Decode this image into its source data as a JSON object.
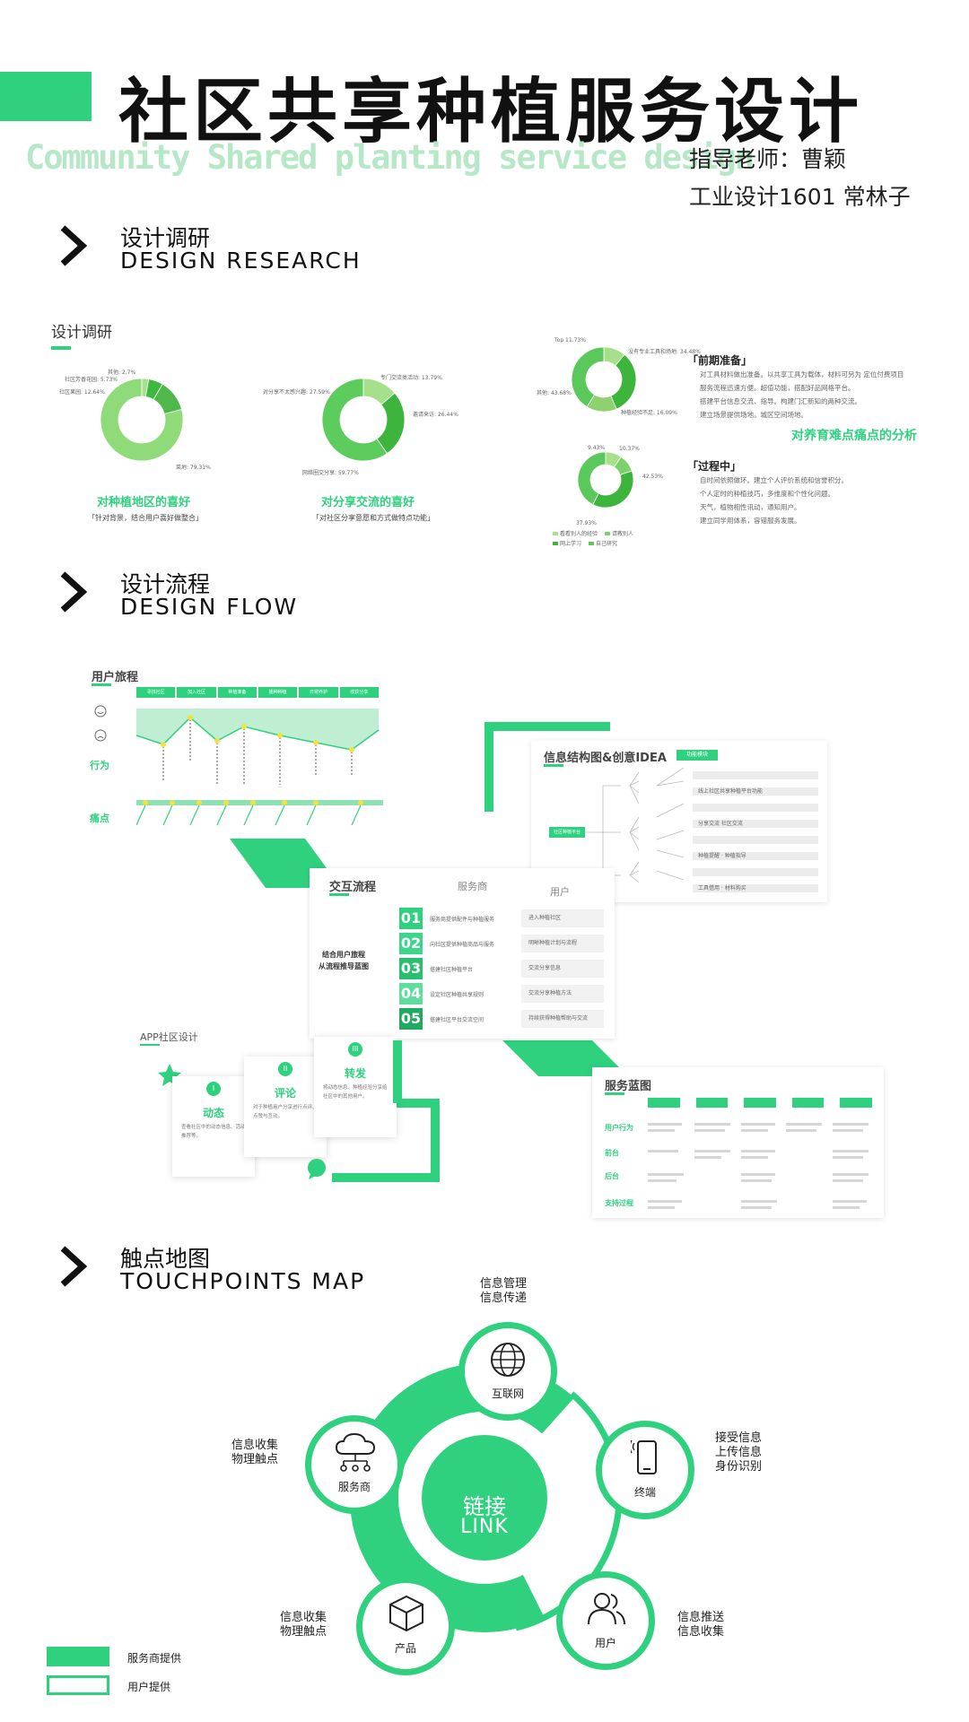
{
  "header": {
    "title": "社区共享种植服务设计",
    "subtitle": "Community Shared planting service design",
    "advisor": "指导老师：曹颖",
    "student": "工业设计1601 常林子",
    "accent": "#2fd17f"
  },
  "sections": [
    {
      "zh": "设计调研",
      "en": "DESIGN RESEARCH"
    },
    {
      "zh": "设计流程",
      "en": "DESIGN FLOW"
    },
    {
      "zh": "触点地图",
      "en": "TOUCHPOINTS MAP"
    }
  ],
  "research": {
    "panel_title": "设计调研",
    "chart_data": [
      {
        "type": "pie",
        "labels": [
          "其他: 2.7%",
          "社区芳香花园: 5.73%",
          "社区果园: 12.64%",
          "菜地: 79.31%"
        ],
        "values": [
          2.7,
          5.73,
          12.64,
          79.31
        ],
        "colors": [
          "#a6e08a",
          "#3dba3d",
          "#4fb84a",
          "#8fdb7a"
        ],
        "caption": "对种植地区的喜好",
        "note": "「针对背景，结合用户喜好做整合」"
      },
      {
        "type": "pie",
        "labels": [
          "专门交流类活动: 13.79%",
          "邀请来访: 26.44%",
          "网络圈交分享: 59.77%",
          "对分享不太感兴趣: 27.59%"
        ],
        "values": [
          13.79,
          26.44,
          59.77
        ],
        "colors": [
          "#a6e08a",
          "#3db53d",
          "#5ccc5c"
        ],
        "caption": "对分享交流的喜好",
        "note": "「对社区分享意愿和方式做特点功能」"
      },
      {
        "type": "pie",
        "labels": [
          "Top 11.73%",
          "没有专业工具和场地: 34.48%",
          "种植经验不足: 16.09%",
          "其他: 43.68%"
        ],
        "values": [
          11.73,
          34.48,
          16.09,
          43.68
        ],
        "colors": [
          "#a6e08a",
          "#3db53d",
          "#8fd06f",
          "#5ac85a"
        ],
        "caption": "",
        "note": ""
      },
      {
        "type": "pie",
        "labels": [
          "9.43%",
          "10.37%",
          "37.93%",
          "42.53%"
        ],
        "values": [
          9.43,
          10.37,
          37.93,
          42.53
        ],
        "colors": [
          "#a6e08a",
          "#7dd16a",
          "#3db53d",
          "#5ac85a"
        ],
        "legend": [
          "看看别人的经验",
          "请教别人",
          "网上学习",
          "自己研究"
        ],
        "caption": "",
        "note": ""
      }
    ],
    "right_title": "对养育难点痛点的分析",
    "prep": {
      "title": "「前期准备」",
      "lines": [
        "对工具材料做出准备。以共享工具为载体，材料可另为 定位付费项目",
        "服务流程迅速方便。超值功能，搭配好品网格平台。",
        "搭建平台信息交流、指导。构建门汇新知的两种交流。",
        "建立场景提供场地。城区空间场地。"
      ]
    },
    "process": {
      "title": "「过程中」",
      "lines": [
        "自时间依照做环。建立个人评价系统和信誉积分。",
        "个人定时的种植技巧，多维度和个性化问题。",
        "天气，植物相性讯动，通知用户。",
        "建立同学用体系，容错服务发展。"
      ]
    }
  },
  "flow": {
    "journey": {
      "title": "用户旅程",
      "stages": [
        "寻找社区",
        "加入社区",
        "种植准备",
        "播种种植",
        "日常养护",
        "收获分享"
      ],
      "row_behavior": "行为",
      "row_pain": "痛点"
    },
    "info": {
      "title": "信息结构图&创意IDEA",
      "tag": "功能模块",
      "center": "社区种植平台",
      "items": [
        "线上社区共享种植平台功能",
        "分享交流 社区交流",
        "种植提醒 · 种植指导",
        "工具借用 · 材料购买"
      ]
    },
    "interaction": {
      "title": "交互流程",
      "col_service": "服务商",
      "col_user": "用户",
      "side_note": "结合用户旅程\n从流程推导蓝图",
      "steps": [
        {
          "num": "01",
          "service": "服务商提供配件与种植服务",
          "user": "进入种植社区"
        },
        {
          "num": "02",
          "service": "向社区提供种植商品与服务",
          "user": "明晰种植计划与流程"
        },
        {
          "num": "03",
          "service": "搭建社区种植平台",
          "user": "交流分享信息"
        },
        {
          "num": "04",
          "service": "设定社区种植共享规则",
          "user": "交流分享种植方法"
        },
        {
          "num": "05",
          "service": "搭建社区平台交流空间",
          "user": "持续获得种植帮助与交流"
        }
      ]
    },
    "app": {
      "title": "APP社区设计",
      "cards": [
        {
          "roman": "I",
          "title": "动态",
          "body": "查看社区中的动态信息、活动推荐等。"
        },
        {
          "roman": "II",
          "title": "评论",
          "body": "对于种植用户分享进行点评、点赞与互动。"
        },
        {
          "roman": "III",
          "title": "转发",
          "body": "将动态信息、种植经验分享给社区中的其他用户。"
        }
      ]
    },
    "blueprint": {
      "title": "服务蓝图",
      "rows": [
        "用户行为",
        "前台",
        "后台",
        "支持过程"
      ]
    }
  },
  "touchpoints": {
    "center_zh": "链接",
    "center_en": "LINK",
    "nodes": [
      {
        "label": "互联网",
        "icon": "globe-icon",
        "note": "信息管理\n信息传递"
      },
      {
        "label": "终端",
        "icon": "phone-icon",
        "note": "接受信息\n上传信息\n身份识别"
      },
      {
        "label": "用户",
        "icon": "users-icon",
        "note": "信息推送\n信息收集"
      },
      {
        "label": "产品",
        "icon": "box-icon",
        "note": "信息收集\n物理触点"
      },
      {
        "label": "服务商",
        "icon": "cloud-network-icon",
        "note": "信息收集\n物理触点"
      }
    ],
    "legend": [
      {
        "label": "服务商提供"
      },
      {
        "label": "用户提供"
      }
    ]
  }
}
